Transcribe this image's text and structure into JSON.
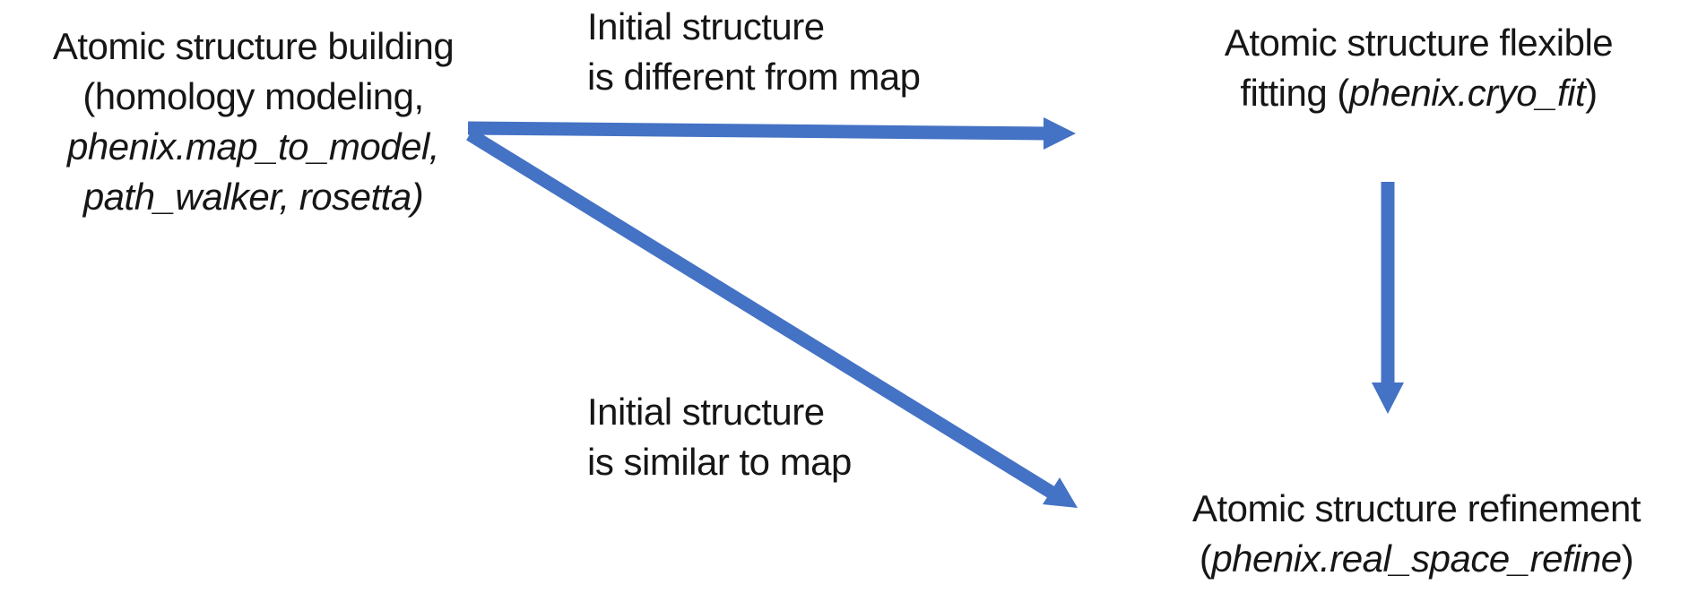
{
  "colors": {
    "arrow": "#4472C4",
    "text": "#161616",
    "background": "#ffffff"
  },
  "nodes": {
    "building": {
      "line1": "Atomic structure building",
      "line2": "(homology modeling,",
      "line3": "phenix.map_to_model,",
      "line4": "path_walker, rosetta)"
    },
    "flexible_fitting": {
      "line1": "Atomic structure flexible",
      "line2_prefix": "fitting (",
      "line2_tool": "phenix.cryo_fit",
      "line2_suffix": ")"
    },
    "refinement": {
      "line1": "Atomic structure refinement",
      "line2_prefix": "(",
      "line2_tool": "phenix.real_space_refine",
      "line2_suffix": ")"
    }
  },
  "edge_labels": {
    "different": {
      "line1": "Initial structure",
      "line2": "is different from map"
    },
    "similar": {
      "line1": "Initial structure",
      "line2": "is similar to map"
    }
  }
}
